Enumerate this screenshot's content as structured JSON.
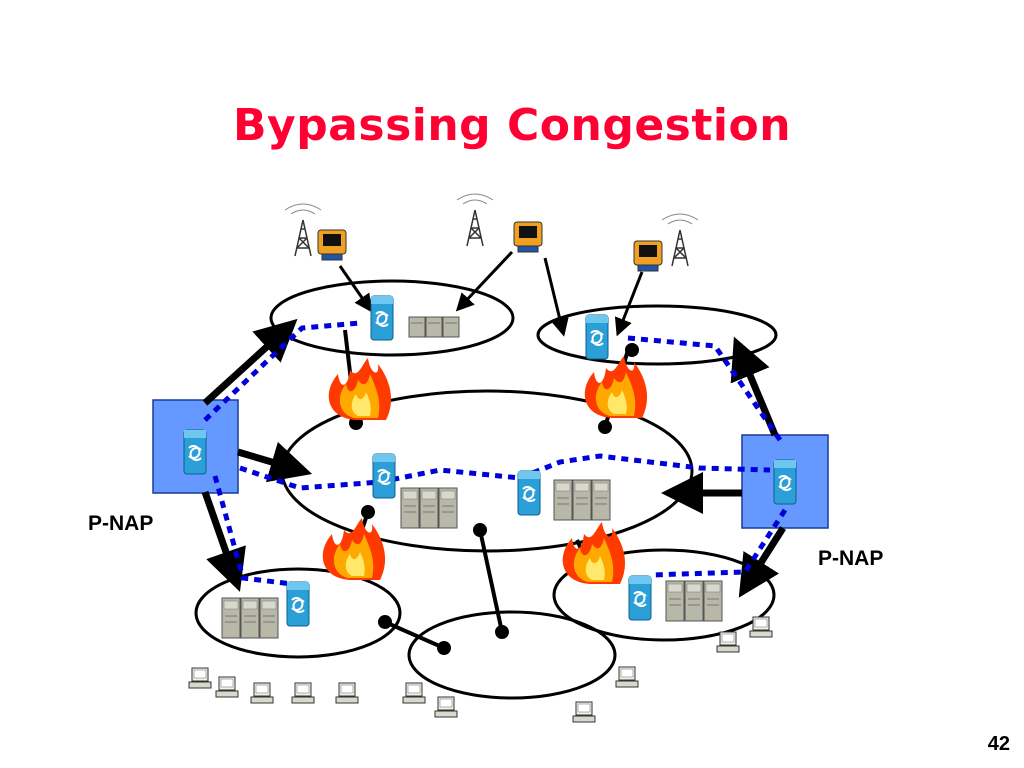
{
  "slide": {
    "title": "Bypassing Congestion",
    "page_number": "42"
  },
  "labels": {
    "pnap_left": "P-NAP",
    "pnap_right": "P-NAP"
  },
  "colors": {
    "title": "#ff0033",
    "bypass_path": "#0000dd",
    "pnap_box": "#6699ff",
    "router": "#2b9fd8",
    "server": "#b8b8a8",
    "link": "#000000"
  },
  "icons": [
    "radio-tower-icon",
    "phone-icon",
    "router-icon",
    "server-rack-icon",
    "congestion-fire-icon",
    "workstation-icon"
  ]
}
